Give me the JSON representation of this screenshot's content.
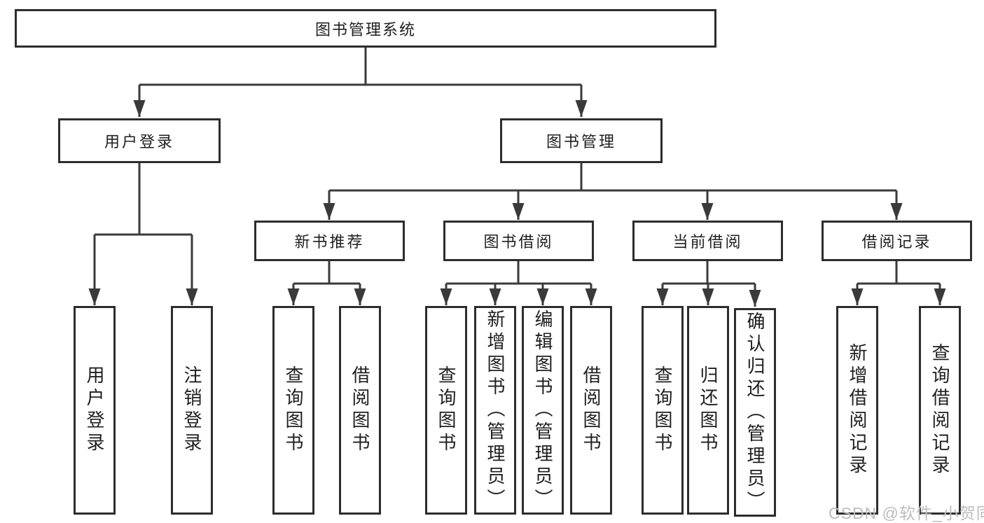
{
  "colors": {
    "line": "#3a3a3a",
    "border": "#2d2d2d",
    "text": "#1f1f1f",
    "watermark": "#bdbdbd",
    "bg": "#ffffff"
  },
  "diagram": {
    "type": "tree",
    "root": {
      "label": "图书管理系统"
    },
    "level2": [
      {
        "label": "用户登录",
        "leaves": [
          {
            "label": "用户登录"
          },
          {
            "label": "注销登录"
          }
        ]
      },
      {
        "label": "图书管理",
        "groups": [
          {
            "label": "新书推荐",
            "leaves": [
              {
                "label": "查询图书"
              },
              {
                "label": "借阅图书"
              }
            ]
          },
          {
            "label": "图书借阅",
            "leaves": [
              {
                "label": "查询图书"
              },
              {
                "label": "新增图书（管理员）"
              },
              {
                "label": "编辑图书（管理员）"
              },
              {
                "label": "借阅图书"
              }
            ]
          },
          {
            "label": "当前借阅",
            "leaves": [
              {
                "label": "查询图书"
              },
              {
                "label": "归还图书"
              },
              {
                "label": "确认归还（管理员）"
              }
            ]
          },
          {
            "label": "借阅记录",
            "leaves": [
              {
                "label": "新增借阅记录"
              },
              {
                "label": "查询借阅记录"
              }
            ]
          }
        ]
      }
    ]
  },
  "watermark": {
    "text": "CSDN @软件_小贺同学"
  }
}
